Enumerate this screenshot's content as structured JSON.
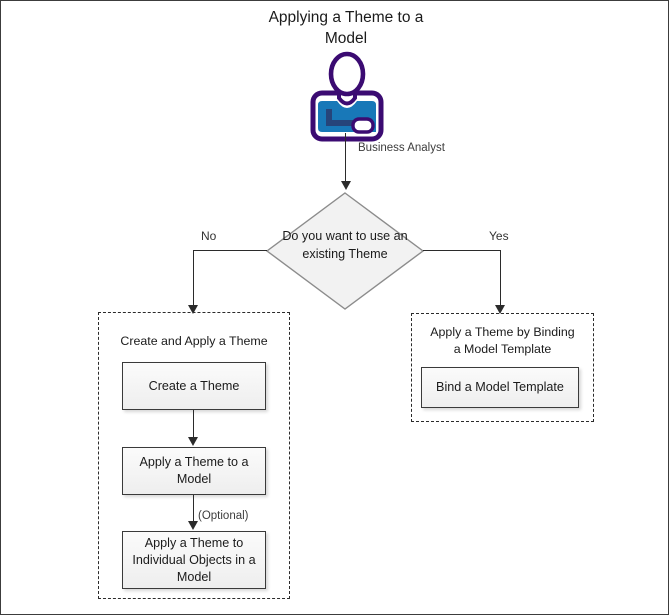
{
  "diagram": {
    "title": "Applying a Theme to a\nModel",
    "actor": {
      "icon": "business-analyst-actor-icon",
      "label": "Business Analyst",
      "outline_color": "#3B0B72",
      "body_color": "#1878B8"
    },
    "decision": {
      "label": "Do you want to use an\nexisting Theme",
      "fill_color": "#F2F2F2",
      "border_color": "#8c8c8c"
    },
    "branches": {
      "no_label": "No",
      "yes_label": "Yes",
      "optional_label": "(Optional)"
    },
    "groups": [
      {
        "name": "create-and-apply-a-theme",
        "title": "Create and Apply a Theme",
        "boxes": [
          {
            "name": "create-a-theme",
            "label": "Create a Theme"
          },
          {
            "name": "apply-a-theme-to-a-model",
            "label": "Apply a Theme to a\nModel"
          },
          {
            "name": "apply-a-theme-to-individual-objects",
            "label": "Apply a Theme to\nIndividual Objects in a\nModel"
          }
        ]
      },
      {
        "name": "apply-a-theme-by-binding-a-model-template",
        "title": "Apply a Theme by Binding\na Model Template",
        "boxes": [
          {
            "name": "bind-a-model-template",
            "label": "Bind a Model Template"
          }
        ]
      }
    ],
    "colors": {
      "box_fill": "#F2F2F2",
      "box_border": "#3A3A3A",
      "line": "#2B2B2B",
      "frame_border": "#3C3C3C",
      "text": "#1B1B1B"
    }
  }
}
